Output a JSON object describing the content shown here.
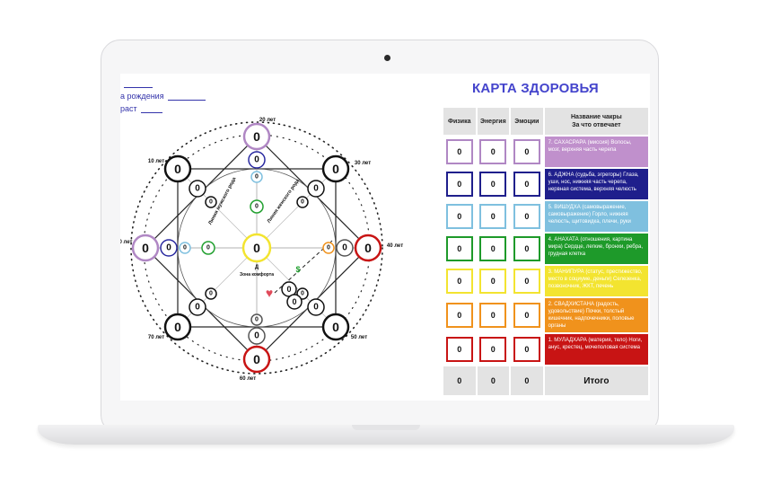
{
  "form": {
    "line1_label": "",
    "line2_label": "а рождения",
    "line3_label": "раст"
  },
  "card": {
    "title": "КАРТА ЗДОРОВЬЯ",
    "headers": [
      "Физика",
      "Энергия",
      "Эмоции",
      "Название чакры\nЗа что отвечает"
    ],
    "rows": [
      {
        "color": "#c090cc",
        "border": "#b087c4",
        "values": [
          "0",
          "0",
          "0"
        ],
        "text": "7. САХАСРАРА (миссия) Волосы, мозг, верхняя часть черепа"
      },
      {
        "color": "#1f1f8c",
        "border": "#1f1f8c",
        "values": [
          "0",
          "0",
          "0"
        ],
        "text": "6. АДЖНА (судьба, эгрегоры) Глаза, уши, нос, нижняя часть черепа, нервная система, верхняя челюсть"
      },
      {
        "color": "#7fc0df",
        "border": "#7fc0df",
        "values": [
          "0",
          "0",
          "0"
        ],
        "text": "5. ВИШУДХА (самовыражение, самовыражение) Горло, нижняя челюсть, щитовидка, плечи, руки"
      },
      {
        "color": "#1e9a2a",
        "border": "#1e9a2a",
        "values": [
          "0",
          "0",
          "0"
        ],
        "text": "4. АНАХАТА (отношения, картина мира) Сердце, легкие, бронхи, ребра, грудная клетка"
      },
      {
        "color": "#f3e430",
        "border": "#f3e430",
        "values": [
          "0",
          "0",
          "0"
        ],
        "text": "3. МАНИПУРА (статус, престижество, место в социуме, деньги) Селезенка, позвоночник, ЖКТ, печень"
      },
      {
        "color": "#f0921c",
        "border": "#f0921c",
        "values": [
          "0",
          "0",
          "0"
        ],
        "text": "2. СВАДХИСТАНА (радость, удовольствие) Почки, толстый кишечник, надпочечники, половые органы"
      },
      {
        "color": "#c81414",
        "border": "#c81414",
        "values": [
          "0",
          "0",
          "0"
        ],
        "text": "1. МУЛАДХАРА (материя, тело) Ноги, анус, крестец, мочеполовая система"
      }
    ],
    "totals": [
      "0",
      "0",
      "0"
    ],
    "total_label": "Итого"
  },
  "matrix": {
    "center_value": "0",
    "center_letter": "Д",
    "comfort_label": "Зона комфорта",
    "ages": {
      "top": "20 лет",
      "top_right": "30 лет",
      "right": "40 лет",
      "bottom_right": "50 лет",
      "bottom": "60 лет",
      "bottom_left": "70 лет",
      "left": "0 лет",
      "top_left": "10 лет"
    },
    "outer_values": [
      "0",
      "0",
      "0",
      "0",
      "0",
      "0",
      "0",
      "0"
    ],
    "inner_values": [
      "0",
      "0",
      "0",
      "0",
      "0",
      "0",
      "0",
      "0"
    ],
    "third_values": [
      "0",
      "0",
      "0",
      "0",
      "0",
      "0",
      "0",
      "0"
    ],
    "axis_labels": [
      "Линия мужского рода",
      "Линия женского рода"
    ],
    "symbols": {
      "heart": "♥",
      "dollar": "$"
    },
    "colors": {
      "purple": "#b087c4",
      "blue": "#2a2aa0",
      "lightblue": "#7fc0df",
      "green": "#22a030",
      "yellow": "#f3e430",
      "orange": "#f0921c",
      "red": "#c81414"
    }
  }
}
